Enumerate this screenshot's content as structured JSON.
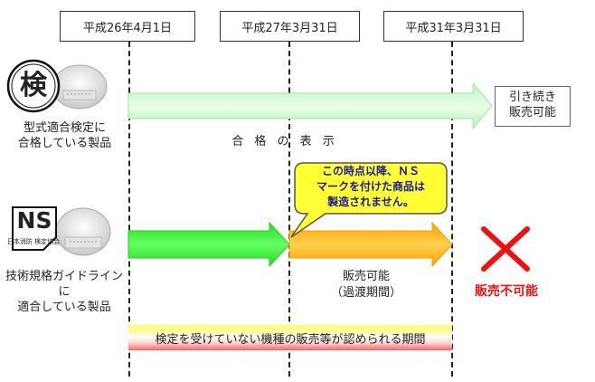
{
  "dates": [
    "平成26年4月1日",
    "平成27年3月31日",
    "平成31年3月31日"
  ],
  "kentei": {
    "emblem_char": "検",
    "label_line1": "型式適合検定に",
    "label_line2": "合格している製品",
    "result_line1": "引き続き",
    "result_line2": "販売可能",
    "pass_label": "合 格 の 表 示"
  },
  "ns": {
    "emblem_text": "NS",
    "emblem_small": "日本消防 検定協会",
    "label_line1": "技術規格ガイドラインに",
    "label_line2": "適合している製品",
    "callout_line1": "この時点以降、ＮＳ",
    "callout_line2": "マークを付けた商品は",
    "callout_line3": "製造されません。",
    "transition_line1": "販売可能",
    "transition_line2": "（過渡期間）",
    "not_sellable": "販売不可能"
  },
  "band_label": "検定を受けていない機種の販売等が認められる期間",
  "colors": {
    "arrow_green_light": "#ccffcc",
    "arrow_green": "#33ee33",
    "arrow_orange": "#ffb300",
    "callout_fill": "#ffff33",
    "cross_red": "#ee1111",
    "not_sellable_text": "#ee1111"
  },
  "icons": [
    "kentei-emblem-icon",
    "ns-emblem-icon",
    "smoke-detector-icon",
    "cross-icon"
  ]
}
